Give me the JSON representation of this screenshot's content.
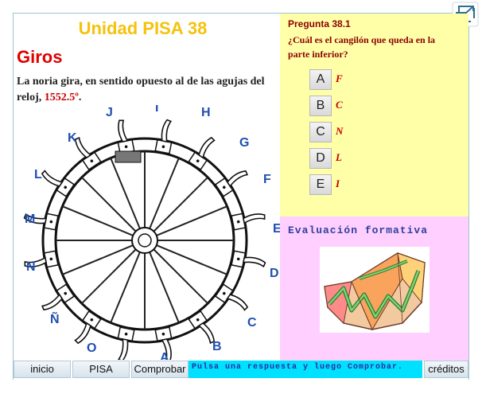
{
  "header": {
    "title": "Unidad PISA 38",
    "subtitle": "Giros",
    "description": "La noria gira, en sentido opuesto al de las agujas del reloj,",
    "angle": "1552.5º",
    "period": "."
  },
  "wheel": {
    "letters": [
      "J",
      "I",
      "H",
      "K",
      "G",
      "L",
      "F",
      "M",
      "E",
      "N",
      "D",
      "Ñ",
      "C",
      "O",
      "B",
      "A"
    ]
  },
  "question": {
    "label": "Pregunta 38.1",
    "text": "¿Cuál es el cangilón que queda en la parte inferior?",
    "options": [
      {
        "key": "A",
        "answer": "F"
      },
      {
        "key": "B",
        "answer": "C"
      },
      {
        "key": "C",
        "answer": "N"
      },
      {
        "key": "D",
        "answer": "L"
      },
      {
        "key": "E",
        "answer": "I"
      }
    ]
  },
  "evaluation": {
    "title": "Evaluación formativa"
  },
  "bottom_bar": {
    "inicio": "inicio",
    "pisa": "PISA",
    "comprobar": "Comprobar",
    "message": "Pulsa una respuesta y luego Comprobar.",
    "creditos": "créditos"
  },
  "colors": {
    "title": "#f4c20d",
    "subtitle": "#e00000",
    "question_bg": "#ffffa8",
    "evaluation_bg": "#ffd0ff",
    "message_bg": "#00e0ff"
  },
  "icons": {
    "fullscreen": "fullscreen-icon"
  }
}
